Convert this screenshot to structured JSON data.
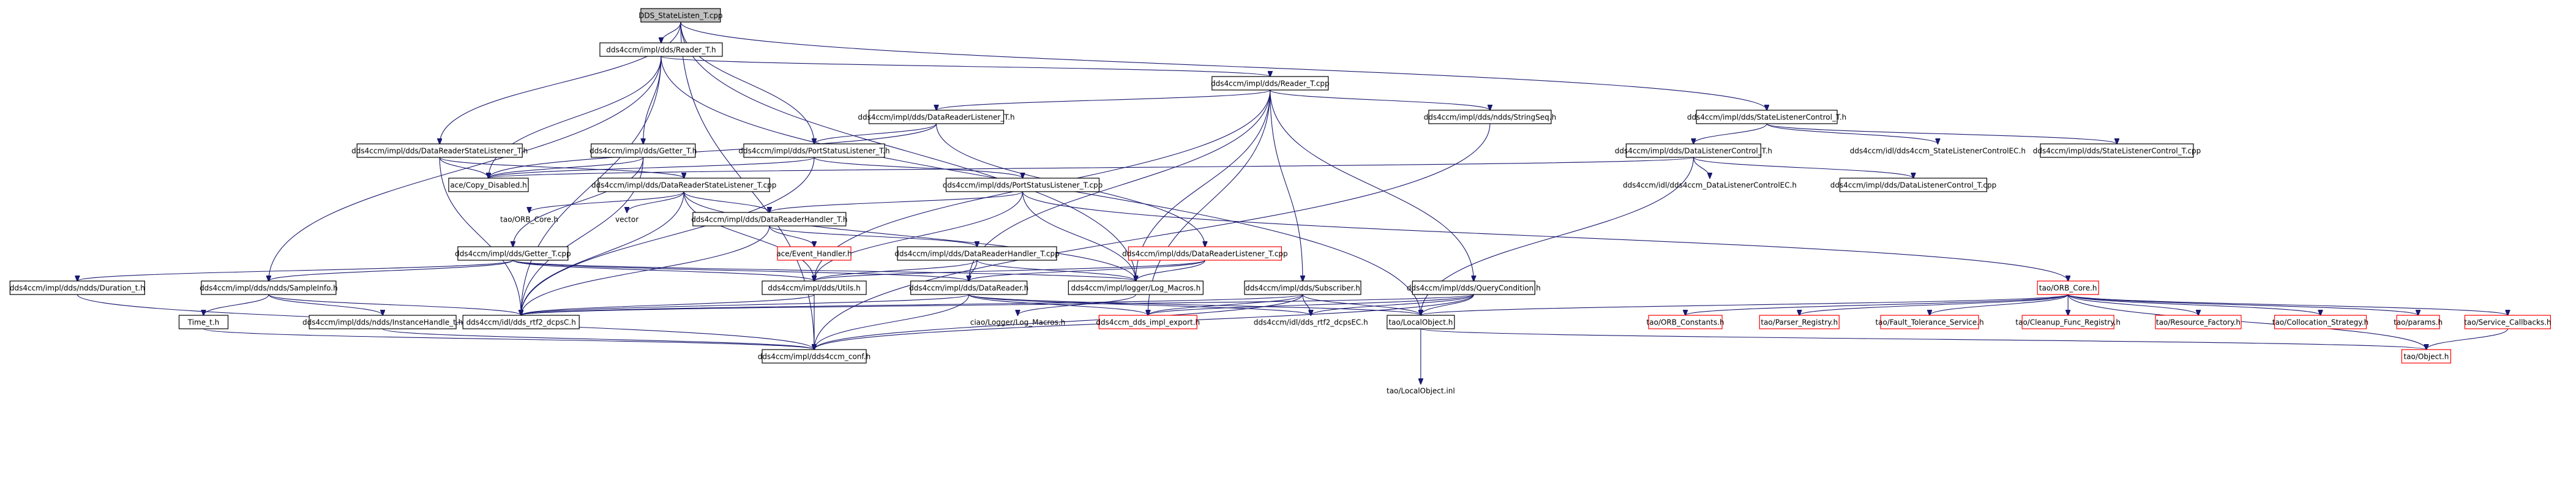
{
  "graph": {
    "nodes": [
      {
        "id": "root",
        "label": "DDS_StateListen_T.cpp",
        "kind": "root"
      },
      {
        "id": "reader_t_h",
        "label": "dds4ccm/impl/dds/Reader_T.h",
        "kind": "normal"
      },
      {
        "id": "reader_t_cpp",
        "label": "dds4ccm/impl/dds/Reader_T.cpp",
        "kind": "normal"
      },
      {
        "id": "state_listener_control_t_h",
        "label": "dds4ccm/impl/dds/StateListenerControl_T.h",
        "kind": "normal"
      },
      {
        "id": "data_reader_listener_t_h",
        "label": "dds4ccm/impl/dds/DataReaderListener_T.h",
        "kind": "normal"
      },
      {
        "id": "string_seq_h",
        "label": "dds4ccm/impl/dds/ndds/StringSeq.h",
        "kind": "normal"
      },
      {
        "id": "data_reader_state_listener_t_h",
        "label": "dds4ccm/impl/dds/DataReaderStateListener_T.h",
        "kind": "normal"
      },
      {
        "id": "getter_t_h",
        "label": "dds4ccm/impl/dds/Getter_T.h",
        "kind": "normal"
      },
      {
        "id": "port_status_listener_t_h",
        "label": "dds4ccm/impl/dds/PortStatusListener_T.h",
        "kind": "normal"
      },
      {
        "id": "data_listener_control_t_h",
        "label": "dds4ccm/impl/dds/DataListenerControl_T.h",
        "kind": "normal"
      },
      {
        "id": "state_listener_control_e_h",
        "label": "dds4ccm/idl/dds4ccm_StateListenerControlEC.h",
        "kind": "plain"
      },
      {
        "id": "state_listener_control_t_cpp",
        "label": "dds4ccm/impl/dds/StateListenerControl_T.cpp",
        "kind": "normal"
      },
      {
        "id": "ace_copy_disabled",
        "label": "ace/Copy_Disabled.h",
        "kind": "normal"
      },
      {
        "id": "data_reader_state_listener_t_cpp",
        "label": "dds4ccm/impl/dds/DataReaderStateListener_T.cpp",
        "kind": "normal"
      },
      {
        "id": "port_status_listener_t_cpp",
        "label": "dds4ccm/impl/dds/PortStatusListener_T.cpp",
        "kind": "normal"
      },
      {
        "id": "data_listener_control_e_h",
        "label": "dds4ccm/idl/dds4ccm_DataListenerControlEC.h",
        "kind": "plain"
      },
      {
        "id": "data_listener_control_t_cpp",
        "label": "dds4ccm/impl/dds/DataListenerControl_T.cpp",
        "kind": "normal"
      },
      {
        "id": "tao_orb_core_h",
        "label": "tao/ORB_Core.h",
        "kind": "plain"
      },
      {
        "id": "vector",
        "label": "vector",
        "kind": "plain"
      },
      {
        "id": "data_reader_handler_t_h",
        "label": "dds4ccm/impl/dds/DataReaderHandler_T.h",
        "kind": "normal"
      },
      {
        "id": "ace_event_handler",
        "label": "ace/Event_Handler.h",
        "kind": "missing"
      },
      {
        "id": "data_reader_handler_t_cpp",
        "label": "dds4ccm/impl/dds/DataReaderHandler_T.cpp",
        "kind": "normal"
      },
      {
        "id": "data_reader_listener_t_cpp",
        "label": "dds4ccm/impl/dds/DataReaderListener_T.cpp",
        "kind": "missing"
      },
      {
        "id": "getter_t_cpp",
        "label": "dds4ccm/impl/dds/Getter_T.cpp",
        "kind": "normal"
      },
      {
        "id": "duration_t_h",
        "label": "dds4ccm/impl/dds/ndds/Duration_t.h",
        "kind": "normal"
      },
      {
        "id": "sample_info_h",
        "label": "dds4ccm/impl/dds/ndds/SampleInfo.h",
        "kind": "normal"
      },
      {
        "id": "utils_h",
        "label": "dds4ccm/impl/dds/Utils.h",
        "kind": "normal"
      },
      {
        "id": "data_reader_h",
        "label": "dds4ccm/impl/dds/DataReader.h",
        "kind": "normal"
      },
      {
        "id": "log_macros_h",
        "label": "dds4ccm/impl/logger/Log_Macros.h",
        "kind": "normal"
      },
      {
        "id": "subscriber_h",
        "label": "dds4ccm/impl/dds/Subscriber.h",
        "kind": "normal"
      },
      {
        "id": "query_condition_h",
        "label": "dds4ccm/impl/dds/QueryCondition.h",
        "kind": "normal"
      },
      {
        "id": "tao_orb_core_cpp",
        "label": "tao/ORB_Core.h",
        "kind": "missing"
      },
      {
        "id": "time_t_h",
        "label": "Time_t.h",
        "kind": "normal"
      },
      {
        "id": "instance_handle_t_h",
        "label": "dds4ccm/impl/dds/ndds/InstanceHandle_t.h",
        "kind": "normal"
      },
      {
        "id": "dds_rtf2_dcps_c_h",
        "label": "dds4ccm/idl/dds_rtf2_dcpsC.h",
        "kind": "normal"
      },
      {
        "id": "ciao_log_macros",
        "label": "ciao/Logger/Log_Macros.h",
        "kind": "plain"
      },
      {
        "id": "dds_impl_export",
        "label": "dds4ccm_dds_impl_export.h",
        "kind": "missing"
      },
      {
        "id": "dds_rtf2_dcps_ec_h",
        "label": "dds4ccm/idl/dds_rtf2_dcpsEC.h",
        "kind": "plain"
      },
      {
        "id": "tao_local_object_h",
        "label": "tao/LocalObject.h",
        "kind": "normal"
      },
      {
        "id": "tao_orb_constants",
        "label": "tao/ORB_Constants.h",
        "kind": "missing"
      },
      {
        "id": "tao_parser_registry",
        "label": "tao/Parser_Registry.h",
        "kind": "missing"
      },
      {
        "id": "tao_fault_tolerance",
        "label": "tao/Fault_Tolerance_Service.h",
        "kind": "missing"
      },
      {
        "id": "tao_cleanup_func",
        "label": "tao/Cleanup_Func_Registry.h",
        "kind": "missing"
      },
      {
        "id": "tao_resource_factory",
        "label": "tao/Resource_Factory.h",
        "kind": "missing"
      },
      {
        "id": "tao_collocation_strategy",
        "label": "tao/Collocation_Strategy.h",
        "kind": "missing"
      },
      {
        "id": "tao_params",
        "label": "tao/params.h",
        "kind": "missing"
      },
      {
        "id": "tao_service_callbacks",
        "label": "tao/Service_Callbacks.h",
        "kind": "missing"
      },
      {
        "id": "dds4ccm_conf",
        "label": "dds4ccm/impl/dds4ccm_conf.h",
        "kind": "normal"
      },
      {
        "id": "tao_local_object_inl",
        "label": "tao/LocalObject.inl",
        "kind": "plain"
      },
      {
        "id": "tao_object_h",
        "label": "tao/Object.h",
        "kind": "missing"
      }
    ],
    "edges": [
      [
        "root",
        "reader_t_h"
      ],
      [
        "root",
        "state_listener_control_t_h"
      ],
      [
        "root",
        "data_reader_state_listener_t_h"
      ],
      [
        "root",
        "port_status_listener_t_h"
      ],
      [
        "root",
        "dds4ccm_conf"
      ],
      [
        "root",
        "log_macros_h"
      ],
      [
        "reader_t_h",
        "reader_t_cpp"
      ],
      [
        "reader_t_h",
        "getter_t_h"
      ],
      [
        "reader_t_h",
        "ace_copy_disabled"
      ],
      [
        "reader_t_h",
        "dds_rtf2_dcps_c_h"
      ],
      [
        "reader_t_h",
        "sample_info_h"
      ],
      [
        "reader_t_h",
        "tao_local_object_h"
      ],
      [
        "reader_t_cpp",
        "data_reader_listener_t_h"
      ],
      [
        "reader_t_cpp",
        "string_seq_h"
      ],
      [
        "reader_t_cpp",
        "utils_h"
      ],
      [
        "reader_t_cpp",
        "data_reader_h"
      ],
      [
        "reader_t_cpp",
        "log_macros_h"
      ],
      [
        "reader_t_cpp",
        "subscriber_h"
      ],
      [
        "reader_t_cpp",
        "query_condition_h"
      ],
      [
        "reader_t_cpp",
        "dds_impl_export"
      ],
      [
        "state_listener_control_t_h",
        "data_listener_control_t_h"
      ],
      [
        "state_listener_control_t_h",
        "state_listener_control_e_h"
      ],
      [
        "state_listener_control_t_h",
        "state_listener_control_t_cpp"
      ],
      [
        "data_reader_listener_t_h",
        "port_status_listener_t_h"
      ],
      [
        "data_reader_listener_t_h",
        "data_reader_listener_t_cpp"
      ],
      [
        "data_reader_listener_t_h",
        "ace_copy_disabled"
      ],
      [
        "string_seq_h",
        "dds4ccm_conf"
      ],
      [
        "data_reader_state_listener_t_h",
        "ace_copy_disabled"
      ],
      [
        "data_reader_state_listener_t_h",
        "data_reader_state_listener_t_cpp"
      ],
      [
        "data_reader_state_listener_t_h",
        "dds_rtf2_dcps_c_h"
      ],
      [
        "getter_t_h",
        "ace_copy_disabled"
      ],
      [
        "getter_t_h",
        "getter_t_cpp"
      ],
      [
        "getter_t_h",
        "dds_rtf2_dcps_c_h"
      ],
      [
        "port_status_listener_t_h",
        "port_status_listener_t_cpp"
      ],
      [
        "port_status_listener_t_h",
        "ace_copy_disabled"
      ],
      [
        "port_status_listener_t_h",
        "dds_rtf2_dcps_c_h"
      ],
      [
        "data_listener_control_t_h",
        "data_listener_control_e_h"
      ],
      [
        "data_listener_control_t_h",
        "data_listener_control_t_cpp"
      ],
      [
        "data_listener_control_t_h",
        "tao_local_object_h"
      ],
      [
        "data_listener_control_t_h",
        "ace_copy_disabled"
      ],
      [
        "data_reader_state_listener_t_cpp",
        "tao_orb_core_h"
      ],
      [
        "data_reader_state_listener_t_cpp",
        "vector"
      ],
      [
        "data_reader_state_listener_t_cpp",
        "data_reader_handler_t_h"
      ],
      [
        "data_reader_state_listener_t_cpp",
        "utils_h"
      ],
      [
        "data_reader_state_listener_t_cpp",
        "log_macros_h"
      ],
      [
        "data_reader_state_listener_t_cpp",
        "dds_rtf2_dcps_c_h"
      ],
      [
        "port_status_listener_t_cpp",
        "data_reader_handler_t_h"
      ],
      [
        "port_status_listener_t_cpp",
        "tao_orb_core_cpp"
      ],
      [
        "port_status_listener_t_cpp",
        "utils_h"
      ],
      [
        "port_status_listener_t_cpp",
        "log_macros_h"
      ],
      [
        "data_reader_handler_t_h",
        "ace_event_handler"
      ],
      [
        "data_reader_handler_t_h",
        "data_reader_handler_t_cpp"
      ],
      [
        "data_reader_handler_t_h",
        "dds_rtf2_dcps_c_h"
      ],
      [
        "data_reader_handler_t_cpp",
        "data_reader_h"
      ],
      [
        "data_reader_handler_t_cpp",
        "log_macros_h"
      ],
      [
        "data_reader_handler_t_cpp",
        "utils_h"
      ],
      [
        "data_reader_listener_t_cpp",
        "data_reader_h"
      ],
      [
        "data_reader_listener_t_cpp",
        "log_macros_h"
      ],
      [
        "data_reader_listener_t_cpp",
        "utils_h"
      ],
      [
        "getter_t_cpp",
        "duration_t_h"
      ],
      [
        "getter_t_cpp",
        "sample_info_h"
      ],
      [
        "getter_t_cpp",
        "utils_h"
      ],
      [
        "getter_t_cpp",
        "data_reader_h"
      ],
      [
        "getter_t_cpp",
        "log_macros_h"
      ],
      [
        "duration_t_h",
        "dds4ccm_conf"
      ],
      [
        "sample_info_h",
        "time_t_h"
      ],
      [
        "sample_info_h",
        "instance_handle_t_h"
      ],
      [
        "sample_info_h",
        "dds_rtf2_dcps_c_h"
      ],
      [
        "utils_h",
        "dds_rtf2_dcps_c_h"
      ],
      [
        "utils_h",
        "dds4ccm_conf"
      ],
      [
        "data_reader_h",
        "dds_rtf2_dcps_c_h"
      ],
      [
        "data_reader_h",
        "dds_impl_export"
      ],
      [
        "data_reader_h",
        "dds_rtf2_dcps_ec_h"
      ],
      [
        "data_reader_h",
        "tao_local_object_h"
      ],
      [
        "data_reader_h",
        "dds4ccm_conf"
      ],
      [
        "log_macros_h",
        "ciao_log_macros"
      ],
      [
        "subscriber_h",
        "dds_rtf2_dcps_c_h"
      ],
      [
        "subscriber_h",
        "dds_impl_export"
      ],
      [
        "subscriber_h",
        "dds_rtf2_dcps_ec_h"
      ],
      [
        "subscriber_h",
        "tao_local_object_h"
      ],
      [
        "subscriber_h",
        "dds4ccm_conf"
      ],
      [
        "query_condition_h",
        "dds_rtf2_dcps_c_h"
      ],
      [
        "query_condition_h",
        "dds_impl_export"
      ],
      [
        "query_condition_h",
        "dds_rtf2_dcps_ec_h"
      ],
      [
        "query_condition_h",
        "tao_local_object_h"
      ],
      [
        "query_condition_h",
        "dds4ccm_conf"
      ],
      [
        "tao_orb_core_cpp",
        "tao_orb_constants"
      ],
      [
        "tao_orb_core_cpp",
        "tao_parser_registry"
      ],
      [
        "tao_orb_core_cpp",
        "tao_fault_tolerance"
      ],
      [
        "tao_orb_core_cpp",
        "tao_cleanup_func"
      ],
      [
        "tao_orb_core_cpp",
        "tao_resource_factory"
      ],
      [
        "tao_orb_core_cpp",
        "tao_collocation_strategy"
      ],
      [
        "tao_orb_core_cpp",
        "tao_params"
      ],
      [
        "tao_orb_core_cpp",
        "tao_service_callbacks"
      ],
      [
        "tao_orb_core_cpp",
        "tao_object_h"
      ],
      [
        "tao_orb_core_cpp",
        "tao_local_object_h"
      ],
      [
        "time_t_h",
        "dds4ccm_conf"
      ],
      [
        "instance_handle_t_h",
        "dds4ccm_conf"
      ],
      [
        "tao_local_object_h",
        "tao_local_object_inl"
      ],
      [
        "tao_local_object_h",
        "tao_object_h"
      ],
      [
        "tao_service_callbacks",
        "tao_object_h"
      ]
    ]
  }
}
